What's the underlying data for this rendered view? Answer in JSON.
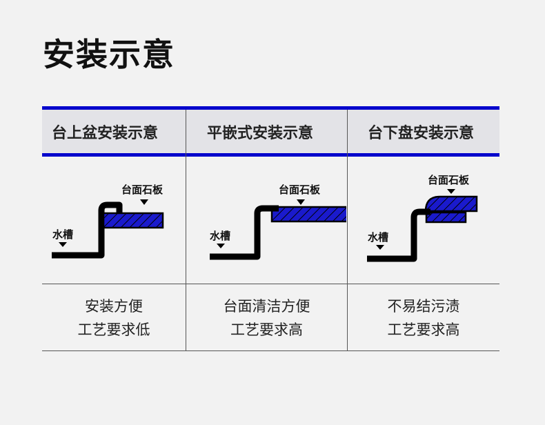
{
  "title": "安装示意",
  "columns": [
    {
      "header": "台上盆安装示意",
      "label_countertop": "台面石板",
      "label_sink": "水槽",
      "desc_line1": "安装方便",
      "desc_line2": "工艺要求低"
    },
    {
      "header": "平嵌式安装示意",
      "label_countertop": "台面石板",
      "label_sink": "水槽",
      "desc_line1": "台面清洁方便",
      "desc_line2": "工艺要求高"
    },
    {
      "header": "台下盘安装示意",
      "label_countertop": "台面石板",
      "label_sink": "水槽",
      "desc_line1": "不易结污渍",
      "desc_line2": "工艺要求高"
    }
  ],
  "colors": {
    "accent": "#0000cc",
    "stone": "#1a1acc",
    "header_bg": "#e3e3e7"
  }
}
